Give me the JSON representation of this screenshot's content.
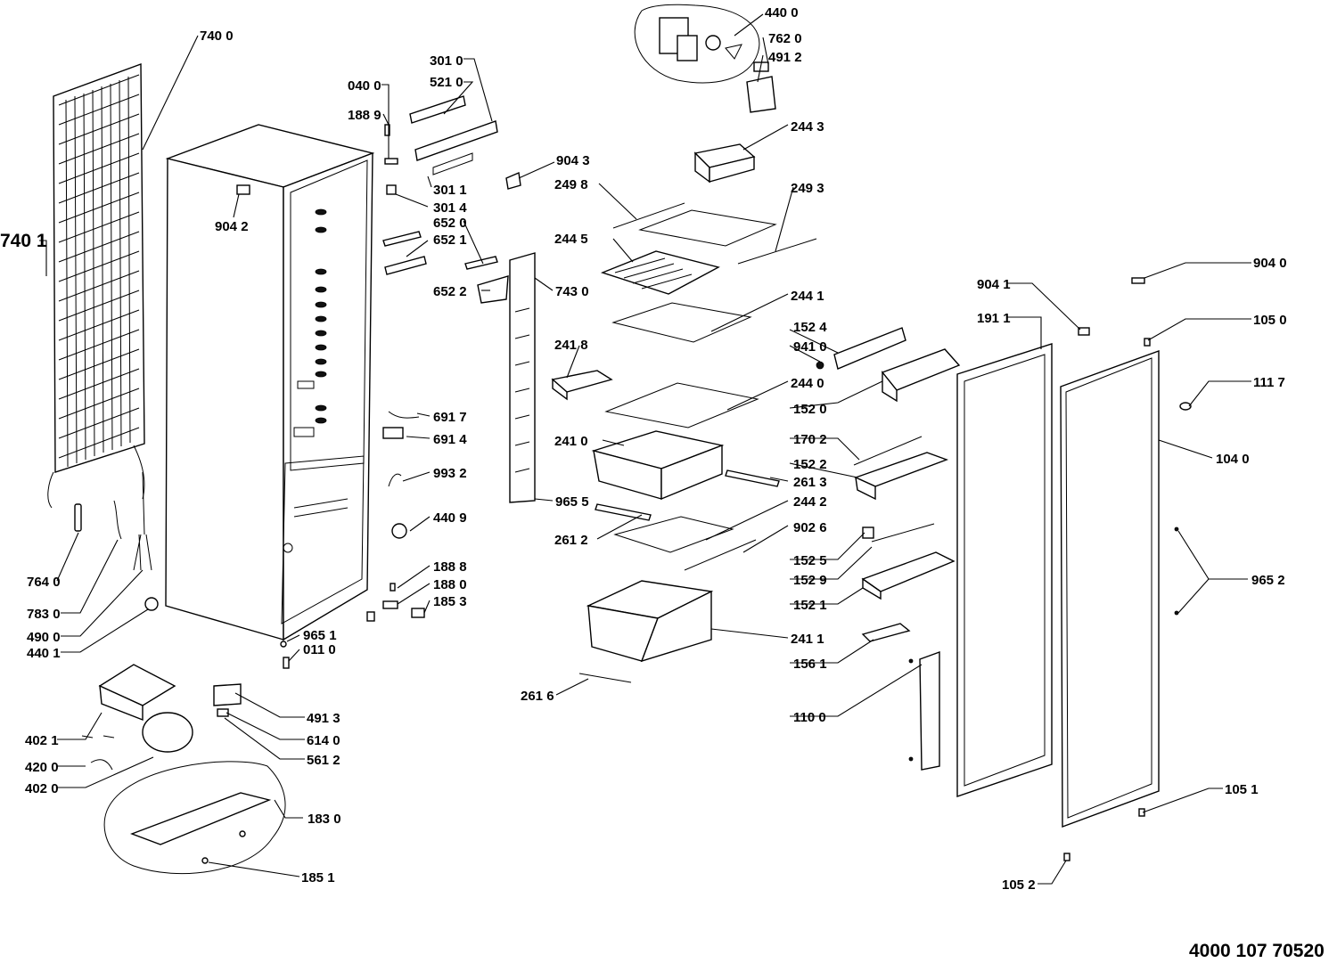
{
  "document_number": "4000 107 70520",
  "callouts": [
    {
      "name": "callout-7400",
      "label": "740 0"
    },
    {
      "name": "callout-7401",
      "label": "740 1"
    },
    {
      "name": "callout-9042",
      "label": "904 2"
    },
    {
      "name": "callout-0400",
      "label": "040 0"
    },
    {
      "name": "callout-1889",
      "label": "188 9"
    },
    {
      "name": "callout-3010",
      "label": "301 0"
    },
    {
      "name": "callout-5210",
      "label": "521 0"
    },
    {
      "name": "callout-3011",
      "label": "301 1"
    },
    {
      "name": "callout-3014",
      "label": "301 4"
    },
    {
      "name": "callout-6520",
      "label": "652 0"
    },
    {
      "name": "callout-6521",
      "label": "652 1"
    },
    {
      "name": "callout-6522",
      "label": "652 2"
    },
    {
      "name": "callout-7430",
      "label": "743 0"
    },
    {
      "name": "callout-9043",
      "label": "904 3"
    },
    {
      "name": "callout-4400",
      "label": "440 0"
    },
    {
      "name": "callout-7620",
      "label": "762 0"
    },
    {
      "name": "callout-4912",
      "label": "491 2"
    },
    {
      "name": "callout-2443",
      "label": "244 3"
    },
    {
      "name": "callout-2498",
      "label": "249 8"
    },
    {
      "name": "callout-2493",
      "label": "249 3"
    },
    {
      "name": "callout-2445",
      "label": "244 5"
    },
    {
      "name": "callout-2441",
      "label": "244 1"
    },
    {
      "name": "callout-2418",
      "label": "241 8"
    },
    {
      "name": "callout-2440",
      "label": "244 0"
    },
    {
      "name": "callout-2410",
      "label": "241 0"
    },
    {
      "name": "callout-2613",
      "label": "261 3"
    },
    {
      "name": "callout-9655",
      "label": "965 5"
    },
    {
      "name": "callout-2442",
      "label": "244 2"
    },
    {
      "name": "callout-2612",
      "label": "261 2"
    },
    {
      "name": "callout-9026",
      "label": "902 6"
    },
    {
      "name": "callout-2411",
      "label": "241 1"
    },
    {
      "name": "callout-2616",
      "label": "261 6"
    },
    {
      "name": "callout-6917",
      "label": "691 7"
    },
    {
      "name": "callout-6914",
      "label": "691 4"
    },
    {
      "name": "callout-9932",
      "label": "993 2"
    },
    {
      "name": "callout-4409",
      "label": "440 9"
    },
    {
      "name": "callout-1888",
      "label": "188 8"
    },
    {
      "name": "callout-1880",
      "label": "188 0"
    },
    {
      "name": "callout-1853",
      "label": "185 3"
    },
    {
      "name": "callout-9651",
      "label": "965 1"
    },
    {
      "name": "callout-0110",
      "label": "011 0"
    },
    {
      "name": "callout-7640",
      "label": "764 0"
    },
    {
      "name": "callout-7830",
      "label": "783 0"
    },
    {
      "name": "callout-4900",
      "label": "490 0"
    },
    {
      "name": "callout-4401",
      "label": "440 1"
    },
    {
      "name": "callout-4021",
      "label": "402 1"
    },
    {
      "name": "callout-4200",
      "label": "420 0"
    },
    {
      "name": "callout-4020",
      "label": "402 0"
    },
    {
      "name": "callout-4913",
      "label": "491 3"
    },
    {
      "name": "callout-6140",
      "label": "614 0"
    },
    {
      "name": "callout-5612",
      "label": "561 2"
    },
    {
      "name": "callout-1830",
      "label": "183 0"
    },
    {
      "name": "callout-1851",
      "label": "185 1"
    },
    {
      "name": "callout-1524",
      "label": "152 4"
    },
    {
      "name": "callout-9410",
      "label": "941 0"
    },
    {
      "name": "callout-1520",
      "label": "152 0"
    },
    {
      "name": "callout-1702",
      "label": "170 2"
    },
    {
      "name": "callout-1522",
      "label": "152 2"
    },
    {
      "name": "callout-1525",
      "label": "152 5"
    },
    {
      "name": "callout-1529",
      "label": "152 9"
    },
    {
      "name": "callout-1521",
      "label": "152 1"
    },
    {
      "name": "callout-1561",
      "label": "156 1"
    },
    {
      "name": "callout-1100",
      "label": "110 0"
    },
    {
      "name": "callout-9041",
      "label": "904 1"
    },
    {
      "name": "callout-1911",
      "label": "191 1"
    },
    {
      "name": "callout-9040",
      "label": "904 0"
    },
    {
      "name": "callout-1050",
      "label": "105 0"
    },
    {
      "name": "callout-1117",
      "label": "111 7"
    },
    {
      "name": "callout-1040",
      "label": "104 0"
    },
    {
      "name": "callout-9652",
      "label": "965 2"
    },
    {
      "name": "callout-1051",
      "label": "105 1"
    },
    {
      "name": "callout-1052",
      "label": "105 2"
    }
  ]
}
